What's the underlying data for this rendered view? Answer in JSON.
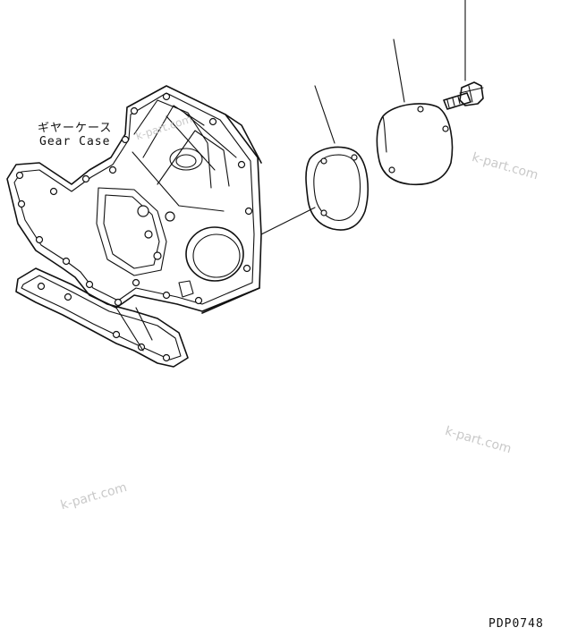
{
  "labels": {
    "part_name_jp": "ギヤーケース",
    "part_name_en": "Gear Case",
    "drawing_code": "PDP0748"
  },
  "watermarks": [
    "k-part.com",
    "k-part.com",
    "k-part.com",
    "k-part.com"
  ],
  "colors": {
    "line": "#111111",
    "watermark": "#c9c9c9",
    "background": "#ffffff"
  }
}
